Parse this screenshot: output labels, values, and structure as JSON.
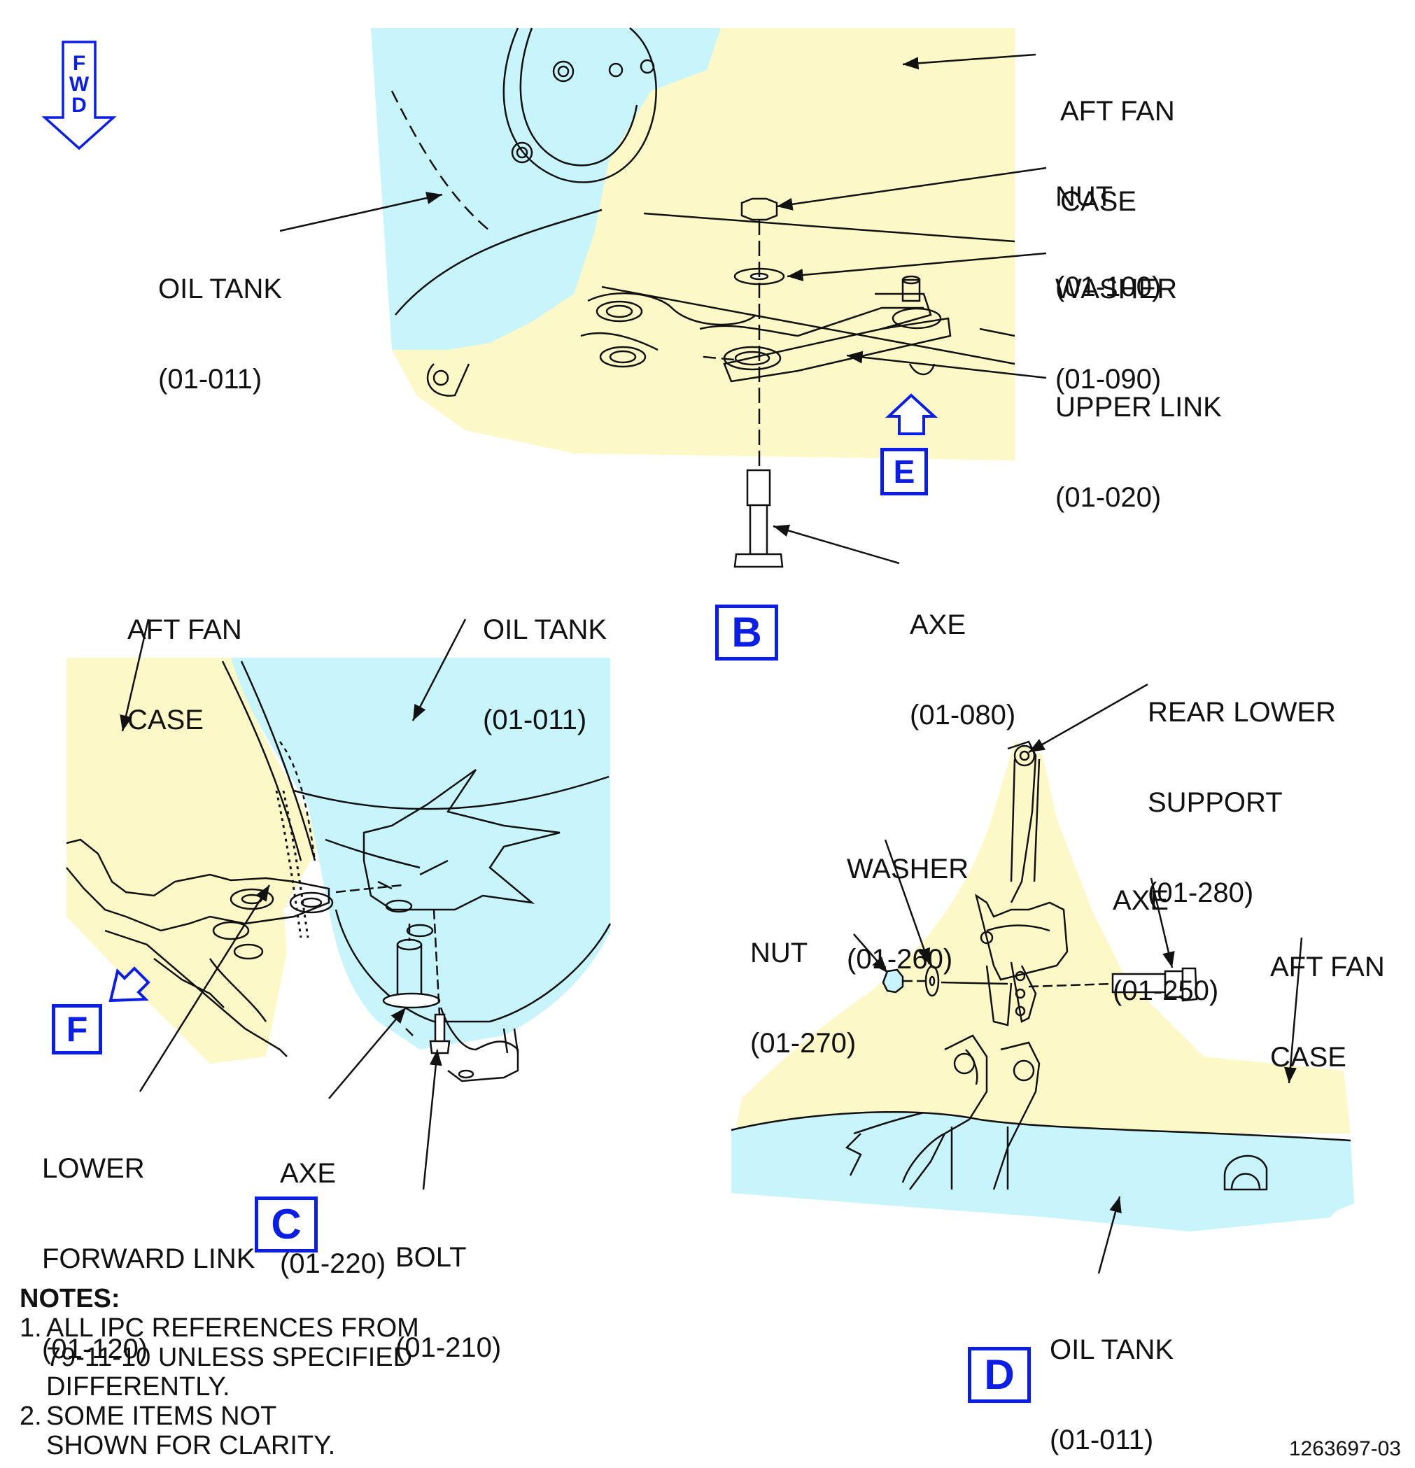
{
  "colors": {
    "fan_case_fill": "#fdf8c7",
    "oil_tank_fill": "#c8f4fb",
    "view_callout": "#0a1ee6",
    "line": "#111111"
  },
  "fwd_indicator": {
    "letters": [
      "F",
      "W",
      "D"
    ],
    "icon": "fwd-arrow-icon"
  },
  "view_b": {
    "callout": "B",
    "labels": {
      "aft_fan_case": [
        "AFT FAN",
        "CASE"
      ],
      "oil_tank": [
        "OIL TANK",
        "(01-011)"
      ],
      "nut": [
        "NUT",
        "(01-100)"
      ],
      "washer": [
        "WASHER",
        "(01-090)"
      ],
      "upper_link": [
        "UPPER LINK",
        "(01-020)"
      ],
      "axe": [
        "AXE",
        "(01-080)"
      ]
    },
    "view_e_callout": "E"
  },
  "view_c": {
    "callout": "C",
    "labels": {
      "aft_fan_case": [
        "AFT FAN",
        "CASE"
      ],
      "oil_tank": [
        "OIL TANK",
        "(01-011)"
      ],
      "lower_forward_link": [
        "LOWER",
        "FORWARD LINK",
        "(01-120)"
      ],
      "axe": [
        "AXE",
        "(01-220)"
      ],
      "bolt": [
        "BOLT",
        "(01-210)"
      ]
    },
    "view_f_callout": "F"
  },
  "view_d": {
    "callout": "D",
    "labels": {
      "rear_lower_support": [
        "REAR LOWER",
        "SUPPORT",
        "(01-280)"
      ],
      "washer": [
        "WASHER",
        "(01-260)"
      ],
      "axe": [
        "AXE",
        "(01-250)"
      ],
      "nut": [
        "NUT",
        "(01-270)"
      ],
      "aft_fan_case": [
        "AFT FAN",
        "CASE"
      ],
      "oil_tank": [
        "OIL TANK",
        "(01-011)"
      ]
    }
  },
  "notes": {
    "title": "NOTES:",
    "items": [
      {
        "num": "1.",
        "text": "ALL IPC REFERENCES FROM\n79-11-10 UNLESS SPECIFIED\nDIFFERENTLY."
      },
      {
        "num": "2.",
        "text": "SOME ITEMS NOT\nSHOWN FOR CLARITY."
      }
    ]
  },
  "drawing_number": "1263697-03"
}
